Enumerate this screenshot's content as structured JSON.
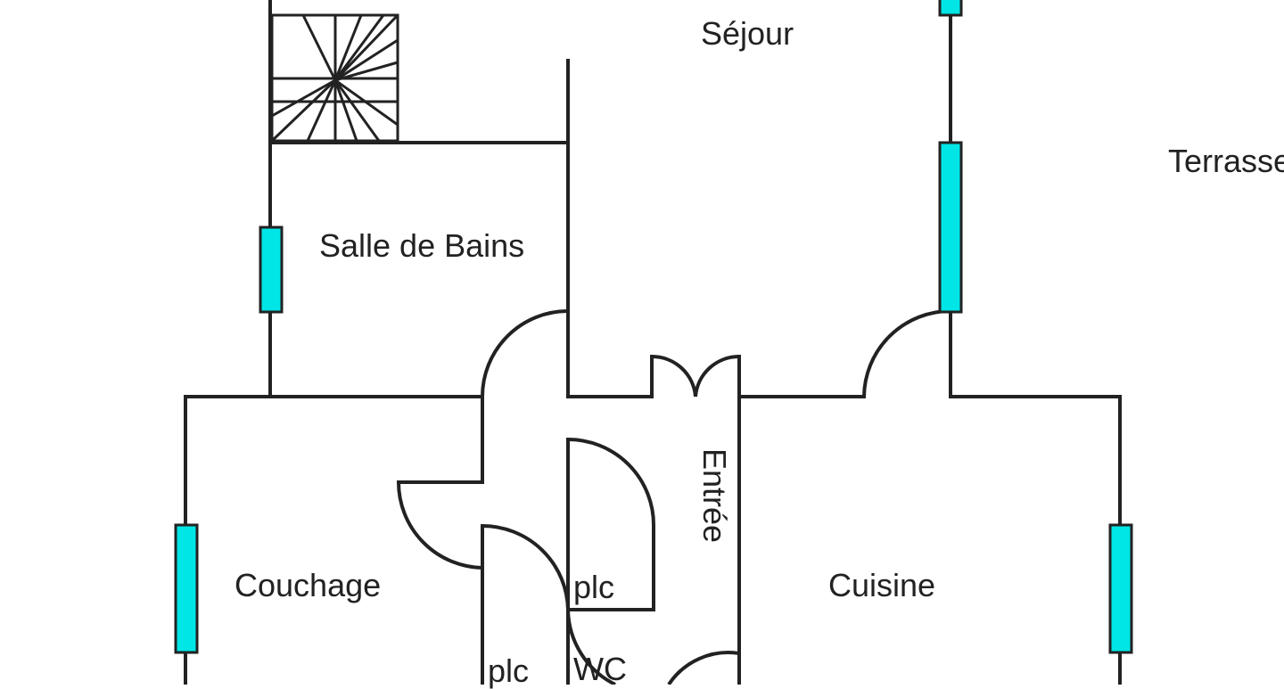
{
  "colors": {
    "wall": "#222222",
    "window": "#00e5e5",
    "background": "#ffffff"
  },
  "rooms": {
    "sejour": "Séjour",
    "terrasse": "Terrasse",
    "salle_de_bains": "Salle de Bains",
    "entree": "Entrée",
    "couchage": "Couchage",
    "cuisine": "Cuisine",
    "placard_1": "plc",
    "placard_2": "plc",
    "wc": "WC"
  }
}
